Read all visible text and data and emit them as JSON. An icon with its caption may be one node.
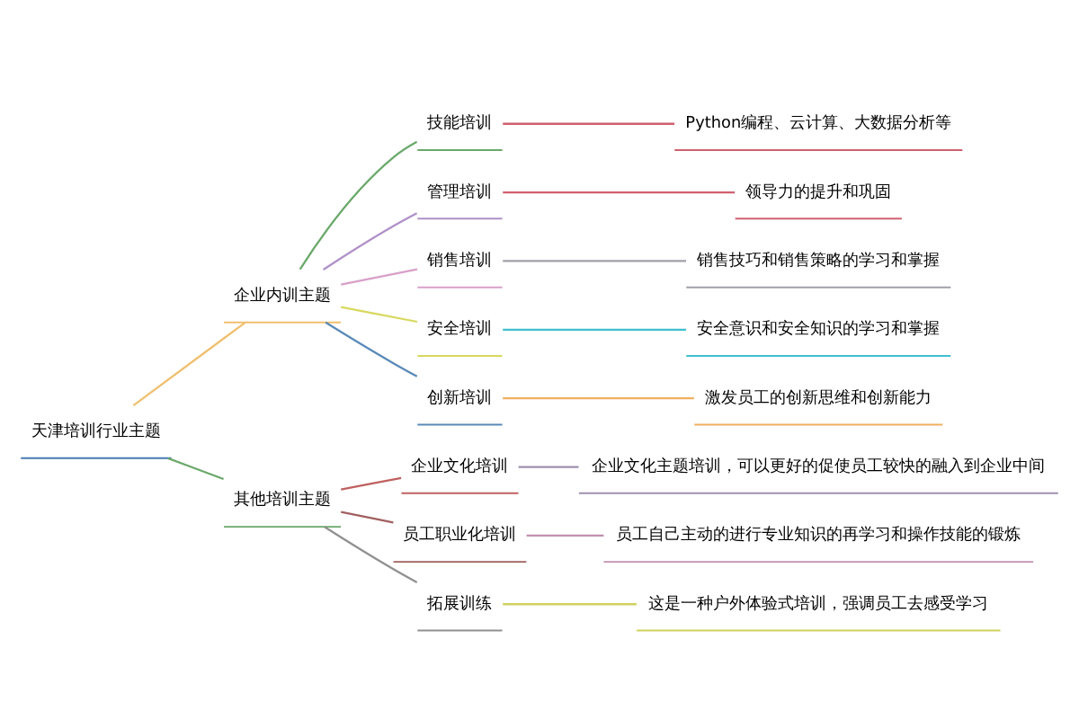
{
  "diagram": {
    "nodes": [
      {
        "text": [
          "天津培训行业主题"
        ]
      },
      {
        "text": [
          "企业内训主题"
        ]
      },
      {
        "text": [
          "技能培训"
        ]
      },
      {
        "text": [
          "Python编程、云计算、大数据分析等"
        ]
      },
      {
        "text": [
          "管理培训"
        ]
      },
      {
        "text": [
          "领导力的提升和巩固"
        ]
      },
      {
        "text": [
          "销售培训"
        ]
      },
      {
        "text": [
          "销售技巧和销售策略的学习和掌握"
        ]
      },
      {
        "text": [
          "安全培训"
        ]
      },
      {
        "text": [
          "安全意识和安全知识的学习和掌握"
        ]
      },
      {
        "text": [
          "创新培训"
        ]
      },
      {
        "text": [
          "激发员工的创新思维和创新能力"
        ]
      },
      {
        "text": [
          "其他培训主题"
        ]
      },
      {
        "text": [
          "企业文化培训"
        ]
      },
      {
        "text": [
          "企业文化主题培训，可以更好的促使员工较快的融入到企业中间"
        ]
      },
      {
        "text": [
          "员工职业化培训"
        ]
      },
      {
        "text": [
          "员工自己主动的进行专业知识的再学习和操作技能的锻炼"
        ]
      },
      {
        "text": [
          "拓展训练"
        ]
      },
      {
        "text": [
          "这是一种户外体验式培训，强调员工去感受学习"
        ]
      }
    ],
    "edges": [
      {
        "from": 0,
        "to": 1,
        "arrow": "none",
        "color": "#f0c070"
      },
      {
        "from": 1,
        "to": 2,
        "arrow": "none",
        "color": "#6aa86a"
      },
      {
        "from": 2,
        "to": 3,
        "arrow": "none",
        "color": "#d06070"
      },
      {
        "from": 1,
        "to": 4,
        "arrow": "none",
        "color": "#b090c8"
      },
      {
        "from": 4,
        "to": 5,
        "arrow": "none",
        "color": "#d06070"
      },
      {
        "from": 1,
        "to": 6,
        "arrow": "none",
        "color": "#d8a0c8"
      },
      {
        "from": 6,
        "to": 7,
        "arrow": "none",
        "color": "#a0a0a8"
      },
      {
        "from": 1,
        "to": 8,
        "arrow": "none",
        "color": "#d8d860"
      },
      {
        "from": 8,
        "to": 9,
        "arrow": "none",
        "color": "#40c0d0"
      },
      {
        "from": 1,
        "to": 10,
        "arrow": "none",
        "color": "#5a8ab8"
      },
      {
        "from": 10,
        "to": 11,
        "arrow": "none",
        "color": "#f0b060"
      },
      {
        "from": 0,
        "to": 12,
        "arrow": "none",
        "color": "#6aa86a"
      },
      {
        "from": 12,
        "to": 13,
        "arrow": "none",
        "color": "#c06060"
      },
      {
        "from": 13,
        "to": 14,
        "arrow": "none",
        "color": "#a090b0"
      },
      {
        "from": 12,
        "to": 15,
        "arrow": "none",
        "color": "#a06060"
      },
      {
        "from": 15,
        "to": 16,
        "arrow": "none",
        "color": "#c090b0"
      },
      {
        "from": 12,
        "to": 17,
        "arrow": "none",
        "color": "#909090"
      },
      {
        "from": 17,
        "to": 18,
        "arrow": "none",
        "color": "#d0d060"
      }
    ]
  }
}
